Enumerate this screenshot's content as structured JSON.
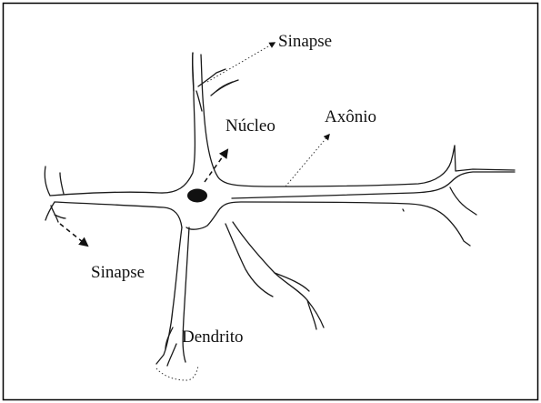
{
  "labels": {
    "sinapse_top": "Sinapse",
    "nucleo": "Núcleo",
    "axonio": "Axônio",
    "sinapse_left": "Sinapse",
    "dendrito": "Dendrito"
  },
  "colors": {
    "line": "#1a1a1a",
    "frame": "#000000",
    "background": "#ffffff",
    "nucleus": "#111111"
  }
}
